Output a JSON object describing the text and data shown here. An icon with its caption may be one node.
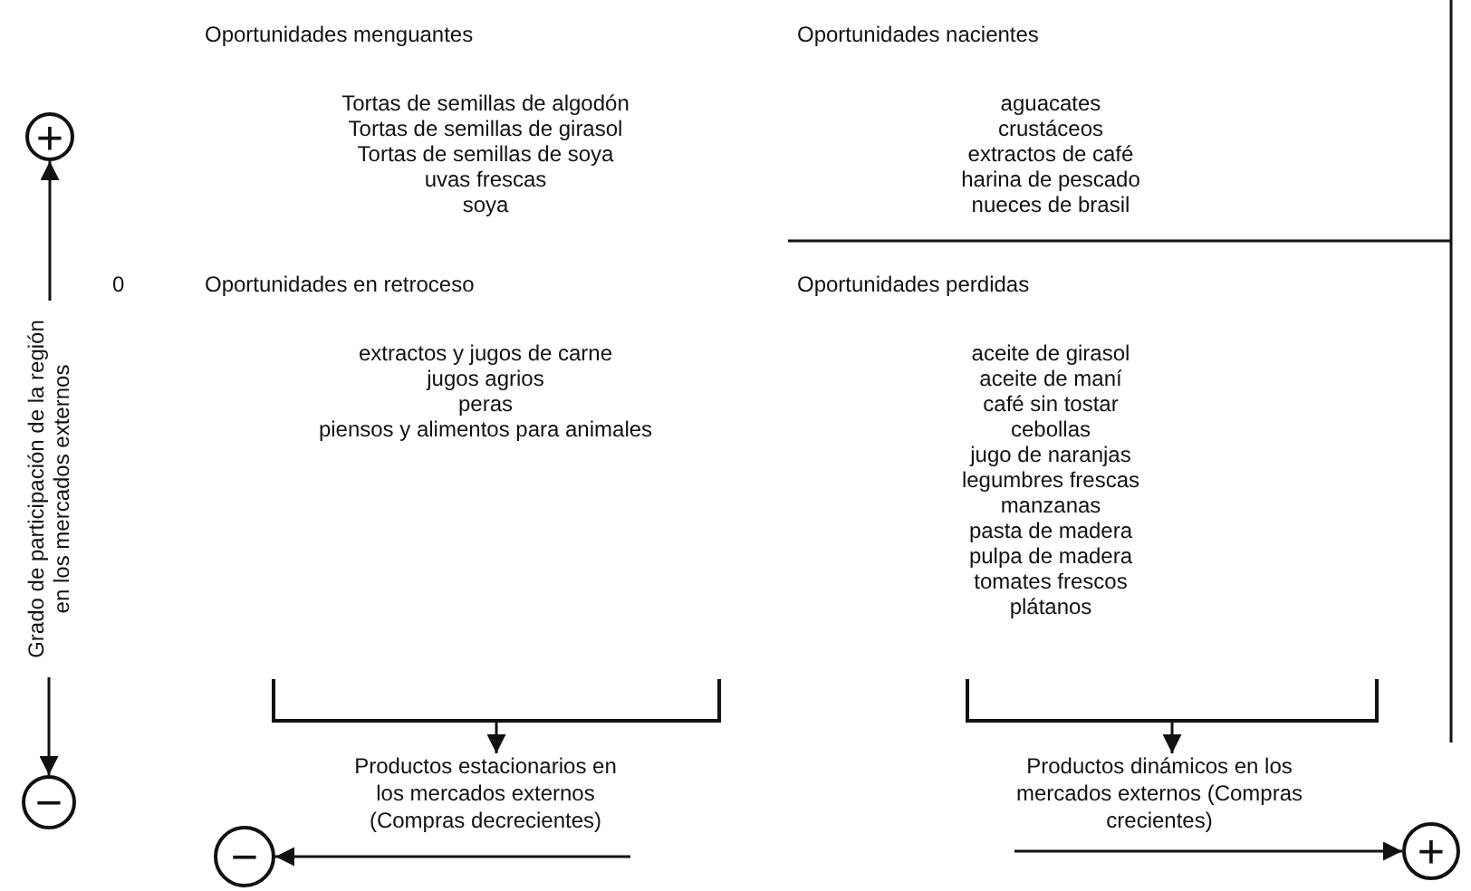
{
  "diagram": {
    "nodes": [
      {
        "text": [
          "Oportunidades menguantes",
          "Tortas de semillas de algodón",
          "Tortas de semillas de girasol",
          "Tortas de semillas de soya",
          "uvas frescas",
          "soya"
        ]
      },
      {
        "text": [
          "Oportunidades nacientes",
          "aguacates",
          "crustáceos",
          "extractos de café",
          "harina de pescado",
          "nueces de brasil"
        ]
      },
      {
        "text": [
          "Oportunidades en retroceso",
          "extractos y jugos de carne",
          "jugos agrios",
          "peras",
          "piensos y alimentos para animales"
        ]
      },
      {
        "text": [
          "Oportunidades perdidas",
          "aceite de girasol",
          "aceite de maní",
          "café sin tostar",
          "cebollas",
          "jugo de naranjas",
          "legumbres frescas",
          "manzanas",
          "pasta de madera",
          "pulpa de madera",
          "tomates frescos",
          "plátanos"
        ]
      },
      {
        "text": [
          "+"
        ]
      },
      {
        "text": [
          "Grado de participación de la región en los mercados externos"
        ]
      },
      {
        "text": [
          "−"
        ]
      },
      {
        "text": [],
        "shape": "bracket"
      },
      {
        "text": [],
        "shape": "bracket"
      },
      {
        "text": [
          "Productos estacionarios en los mercados externos (Compras decrecientes)"
        ]
      },
      {
        "text": [
          "Productos dinámicos en los mercados externos (Compras crecientes)"
        ]
      },
      {
        "text": [
          "−"
        ]
      },
      {
        "text": [
          "+"
        ]
      }
    ],
    "edges": [
      {
        "from": 5,
        "to": 4,
        "arrow": "to"
      },
      {
        "from": 5,
        "to": 6,
        "arrow": "to"
      },
      {
        "from": 7,
        "to": 9,
        "arrow": "to"
      },
      {
        "from": 8,
        "to": 10,
        "arrow": "to"
      },
      {
        "from": 9,
        "to": 11,
        "arrow": "to"
      },
      {
        "from": 10,
        "to": 12,
        "arrow": "to"
      }
    ],
    "labels": [
      "0"
    ]
  }
}
